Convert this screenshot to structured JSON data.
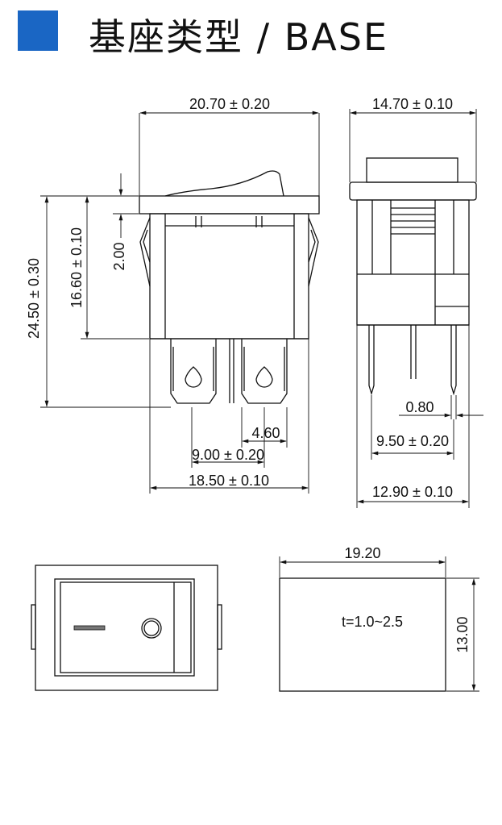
{
  "header": {
    "accent_color": "#1a66c4",
    "title": "基座类型 / BASE"
  },
  "dimensions": {
    "side_width": "20.70 ± 0.20",
    "front_width": "14.70 ± 0.10",
    "rocker_height": "2.00",
    "body_height": "16.60 ± 0.10",
    "total_height": "24.50 ± 0.30",
    "terminal_width": "4.60",
    "terminal_spacing": "9.00 ± 0.20",
    "body_depth": "18.50 ± 0.10",
    "pin_thickness": "0.80",
    "pin_spacing": "9.50 ± 0.20",
    "front_body_width": "12.90 ± 0.10",
    "cutout_width": "19.20",
    "cutout_height": "13.00",
    "panel_thickness": "t=1.0~2.5"
  }
}
